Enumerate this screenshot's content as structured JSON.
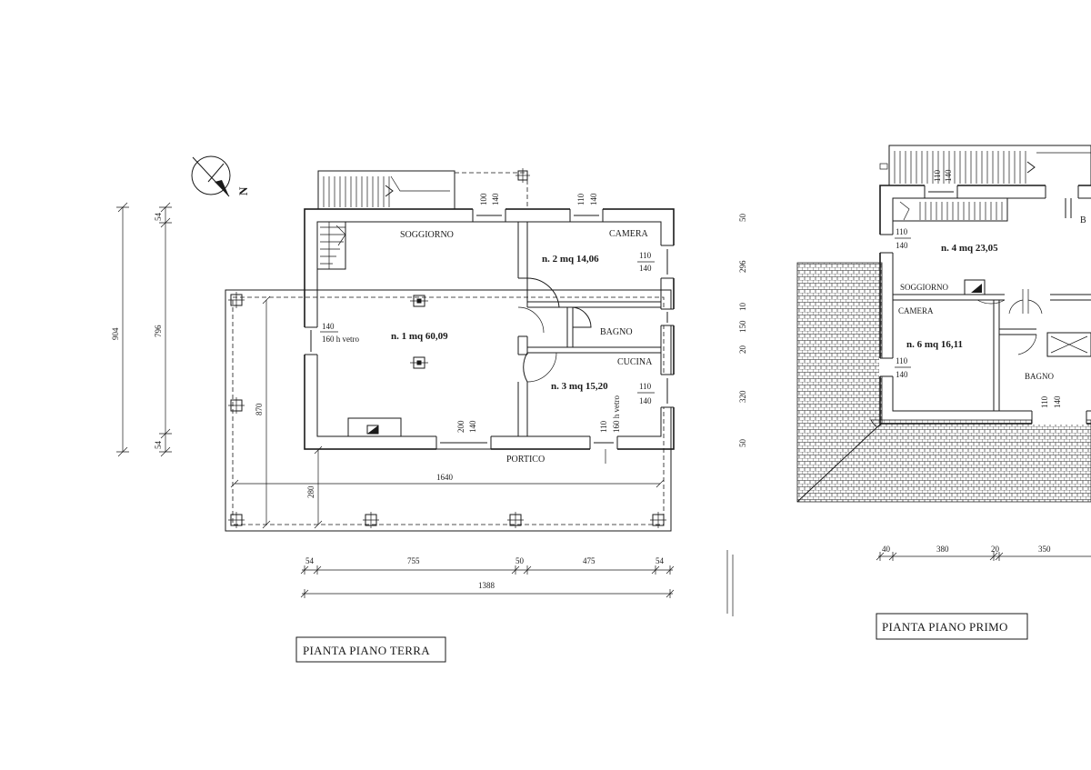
{
  "orientation_label": "N",
  "ground_floor": {
    "title": "PIANTA PIANO TERRA",
    "rooms": {
      "soggiorno": "SOGGIORNO",
      "camera": "CAMERA",
      "bagno": "BAGNO",
      "cucina": "CUCINA",
      "portico": "PORTICO"
    },
    "areas": {
      "n1": "n. 1   mq 60,09",
      "n2": "n. 2 mq 14,06",
      "n3": "n. 3 mq 15,20"
    },
    "window_notes": {
      "sog_w_a": "140",
      "sog_w_b": "160 h vetro",
      "cam_w_a": "110",
      "cam_w_b": "140",
      "cuc_w_a": "110",
      "cuc_w_b": "140",
      "top1_a": "100",
      "top1_b": "140",
      "top2_a": "110",
      "top2_b": "140",
      "bot1_a": "200",
      "bot1_b": "140",
      "bot2_a": "110",
      "bot2_b": "160 h vetro"
    },
    "dims_left": {
      "total": "904",
      "a": "54",
      "b": "796",
      "c": "54"
    },
    "dims_portico": {
      "v870": "870",
      "v280": "280",
      "h1640": "1640"
    },
    "dims_bottom": {
      "a": "54",
      "b": "755",
      "c": "50",
      "d": "475",
      "e": "54",
      "total": "1388"
    }
  },
  "first_floor": {
    "title": "PIANTA PIANO PRIMO",
    "rooms": {
      "soggiorno": "SOGGIORNO",
      "camera": "CAMERA",
      "bagno": "BAGNO",
      "cut_b": "B"
    },
    "areas": {
      "n4": "n. 4 mq 23,05",
      "n6": "n. 6 mq 16,11"
    },
    "window_notes": {
      "top_a": "110",
      "top_b": "140",
      "sog_a": "110",
      "sog_b": "140",
      "cam_a": "110",
      "cam_b": "140",
      "bot_a": "110",
      "bot_b": "140"
    },
    "dims_left": {
      "a": "50",
      "b": "296",
      "c": "10",
      "d": "150",
      "e": "20",
      "f": "320",
      "g": "50"
    },
    "dims_bottom": {
      "a": "40",
      "b": "380",
      "c": "20",
      "d": "350"
    }
  }
}
